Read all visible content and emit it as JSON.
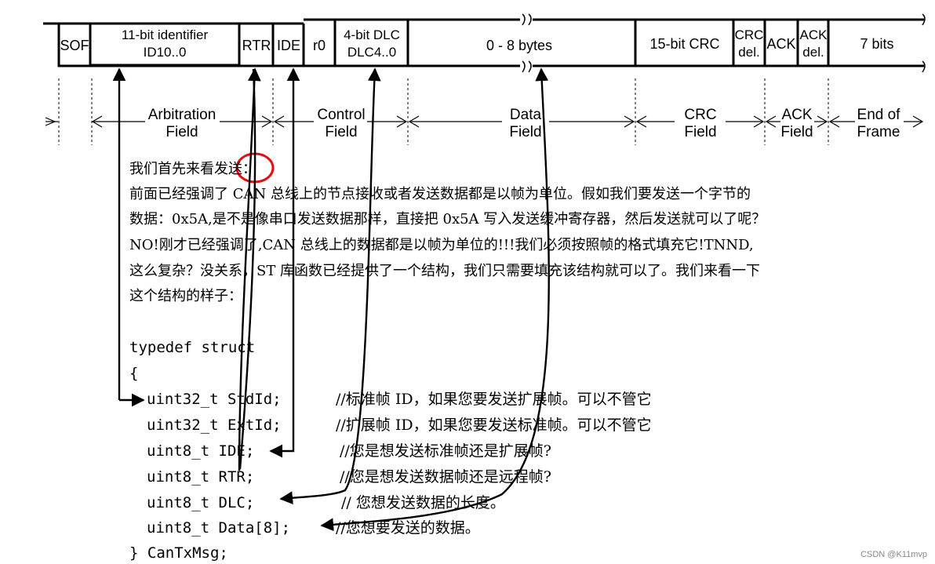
{
  "frame": {
    "cells": {
      "sof": "SOF",
      "id_line1": "11-bit identifier",
      "id_line2": "ID10..0",
      "rtr": "RTR",
      "ide": "IDE",
      "r0": "r0",
      "dlc_line1": "4-bit DLC",
      "dlc_line2": "DLC4..0",
      "data": "0 - 8 bytes",
      "crc": "15-bit CRC",
      "crc_del_1": "CRC",
      "crc_del_2": "del.",
      "ack": "ACK",
      "ack_del_1": "ACK",
      "ack_del_2": "del.",
      "eof": "7 bits"
    },
    "fields": {
      "arbitration_1": "Arbitration",
      "arbitration_2": "Field",
      "control_1": "Control",
      "control_2": "Field",
      "data_1": "Data",
      "data_2": "Field",
      "crc_1": "CRC",
      "crc_2": "Field",
      "ack_1": "ACK",
      "ack_2": "Field",
      "eof_1": "End of",
      "eof_2": "Frame"
    }
  },
  "text": {
    "line1_pre": "我们首先来看",
    "line1_circled": "发送",
    "line1_post": "：",
    "line2": "前面已经强调了 CAN 总线上的节点接收或者发送数据都是以帧为单位。假如我们要发送一个字节的",
    "line3": "数据：0x5A,是不是像串口发送数据那样，直接把 0x5A 写入发送缓冲寄存器，然后发送就可以了呢？",
    "line4": "NO!刚才已经强调了,CAN 总线上的数据都是以帧为单位的!!!我们必须按照帧的格式填充它!TNND,",
    "line5": "这么复杂？没关系，ST 库函数已经提供了一个结构，我们只需要填充该结构就可以了。我们来看一下",
    "line6": "这个结构的样子："
  },
  "code": {
    "typedef": "typedef struct",
    "open": "{",
    "stdid": "uint32_t StdId;",
    "stdid_comment": "//标准帧 ID，如果您要发送扩展帧。可以不管它",
    "extid": "uint32_t ExtId;",
    "extid_comment": "//扩展帧 ID，如果您要发送标准帧。可以不管它",
    "ide": "uint8_t IDE;",
    "ide_comment": "//您是想发送标准帧还是扩展帧?",
    "rtr": "uint8_t RTR;",
    "rtr_comment": "//您是想发送数据帧还是远程帧?",
    "dlc": "uint8_t DLC;",
    "dlc_comment": "// 您想发送数据的长度。",
    "data": "uint8_t Data[8];",
    "data_comment": "//您想要发送的数据。",
    "close": "} CanTxMsg;"
  },
  "watermark": "CSDN @K11mvp",
  "colors": {
    "ink": "#000000",
    "circle": "#e01010",
    "watermark": "#888888"
  }
}
